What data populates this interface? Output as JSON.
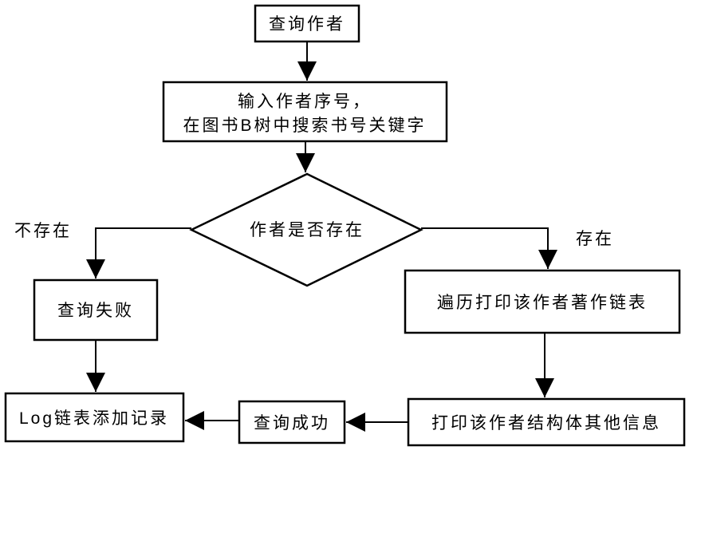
{
  "page": {
    "background_color": "#ffffff"
  },
  "diagram": {
    "type": "flowchart",
    "stroke_color": "#000000",
    "fill_color": "#ffffff",
    "text_color": "#000000",
    "nodes": {
      "start": {
        "shape": "rect",
        "label": "查询作者"
      },
      "input": {
        "shape": "rect",
        "line1": "输入作者序号，",
        "line2": "在图书B树中搜索书号关键字"
      },
      "decision": {
        "shape": "diamond",
        "label": "作者是否存在"
      },
      "fail": {
        "shape": "rect",
        "label": "查询失败"
      },
      "traverse": {
        "shape": "rect",
        "label": "遍历打印该作者著作链表"
      },
      "log": {
        "shape": "rect",
        "label": "Log链表添加记录"
      },
      "success": {
        "shape": "rect",
        "label": "查询成功"
      },
      "print_info": {
        "shape": "rect",
        "label": "打印该作者结构体其他信息"
      }
    },
    "edge_labels": {
      "not_exists": "不存在",
      "exists": "存在"
    },
    "edges": [
      {
        "from": "start",
        "to": "input"
      },
      {
        "from": "input",
        "to": "decision"
      },
      {
        "from": "decision",
        "to": "fail",
        "label": "不存在"
      },
      {
        "from": "decision",
        "to": "traverse",
        "label": "存在"
      },
      {
        "from": "fail",
        "to": "log"
      },
      {
        "from": "traverse",
        "to": "print_info"
      },
      {
        "from": "print_info",
        "to": "success"
      },
      {
        "from": "success",
        "to": "log"
      }
    ]
  }
}
